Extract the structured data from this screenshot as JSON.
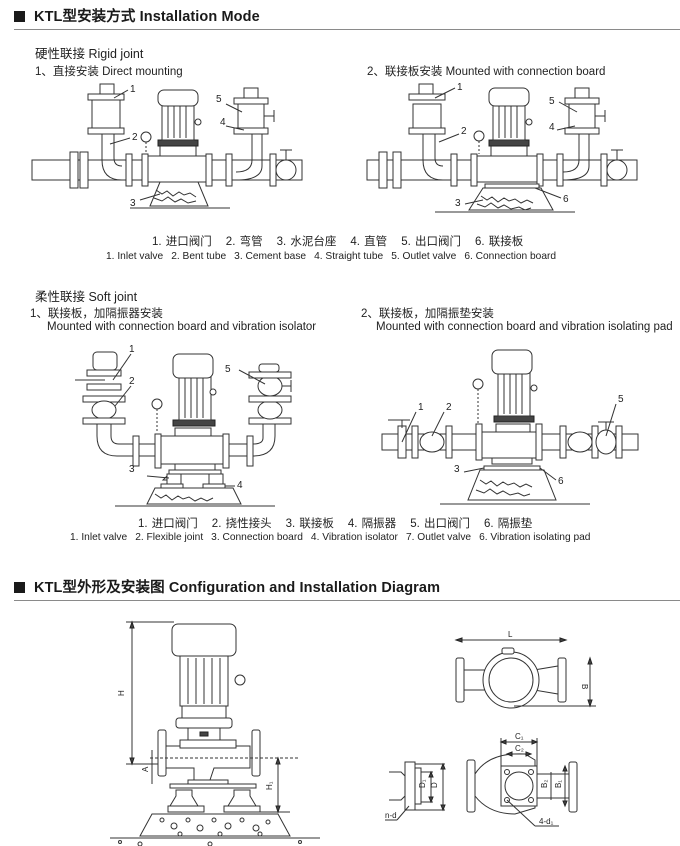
{
  "section1": {
    "title": "KTL型安装方式  Installation Mode",
    "rigid": {
      "heading": "硬性联接  Rigid joint",
      "diagram1_caption": "1、直接安装  Direct mounting",
      "diagram2_caption": "2、联接板安装  Mounted with connection board",
      "legend_cn": [
        "1. 进口阀门",
        "2. 弯管",
        "3. 水泥台座",
        "4. 直管",
        "5. 出口阀门",
        "6. 联接板"
      ],
      "legend_en": [
        "1. Inlet valve",
        "2. Bent tube",
        "3. Cement base",
        "4. Straight tube",
        "5. Outlet valve",
        "6. Connection board"
      ]
    },
    "soft": {
      "heading": "柔性联接  Soft joint",
      "diagram1_caption_cn": "1、联接板，加隔振器安装",
      "diagram1_caption_en": "Mounted with connection board and vibration isolator",
      "diagram2_caption_cn": "2、联接板，加隔振垫安装",
      "diagram2_caption_en": "Mounted with connection board and vibration isolating pad",
      "legend_cn": [
        "1. 进口阀门",
        "2. 挠性接头",
        "3. 联接板",
        "4. 隔振器",
        "5. 出口阀门",
        "6. 隔振垫"
      ],
      "legend_en": [
        "1. Inlet valve",
        "2. Flexible joint",
        "3. Connection board",
        "4. Vibration isolator",
        "7. Outlet valve",
        "6. Vibration isolating pad"
      ]
    },
    "callouts": {
      "rigid_direct": [
        "1",
        "2",
        "3",
        "4",
        "5"
      ],
      "rigid_board": [
        "1",
        "2",
        "3",
        "4",
        "5",
        "6"
      ],
      "soft_isolator": [
        "1",
        "2",
        "3",
        "4",
        "5"
      ],
      "soft_pad": [
        "1",
        "2",
        "3",
        "5",
        "6"
      ]
    }
  },
  "section2": {
    "title": "KTL型外形及安装图  Configuration and Installation Diagram",
    "dimension_labels": {
      "H": "H",
      "A": "A",
      "H1": "H₁",
      "L": "L",
      "B": "B",
      "C1": "C₁",
      "C2": "C₂",
      "B1": "B₁",
      "B2": "B₂",
      "D": "D",
      "D1": "D₁",
      "nd": "n-d",
      "4d1": "4-d₁"
    }
  }
}
